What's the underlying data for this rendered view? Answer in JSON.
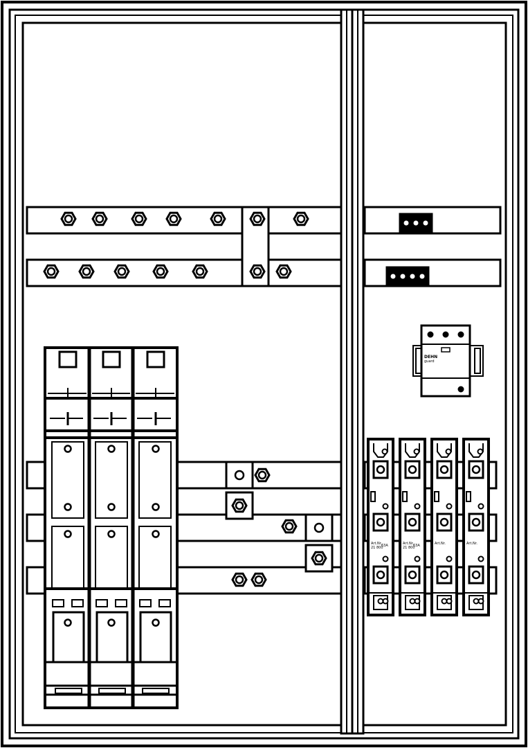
{
  "colors": {
    "stroke": "#000000",
    "background": "#ffffff"
  },
  "surge_protector": {
    "brand": "DEHN",
    "model": "guard"
  },
  "fuse_switches": [
    {
      "label": "Art.Nr.",
      "number": "21 800",
      "rating": "63A"
    },
    {
      "label": "Art.Nr.",
      "number": "21 800",
      "rating": "63A"
    },
    {
      "label": "Art.Nr.",
      "number": "",
      "rating": ""
    },
    {
      "label": "Art.Nr.",
      "number": "",
      "rating": ""
    }
  ],
  "icons": [
    "hex-bolt-icon",
    "terminal-block-icon",
    "fuse-icon"
  ]
}
